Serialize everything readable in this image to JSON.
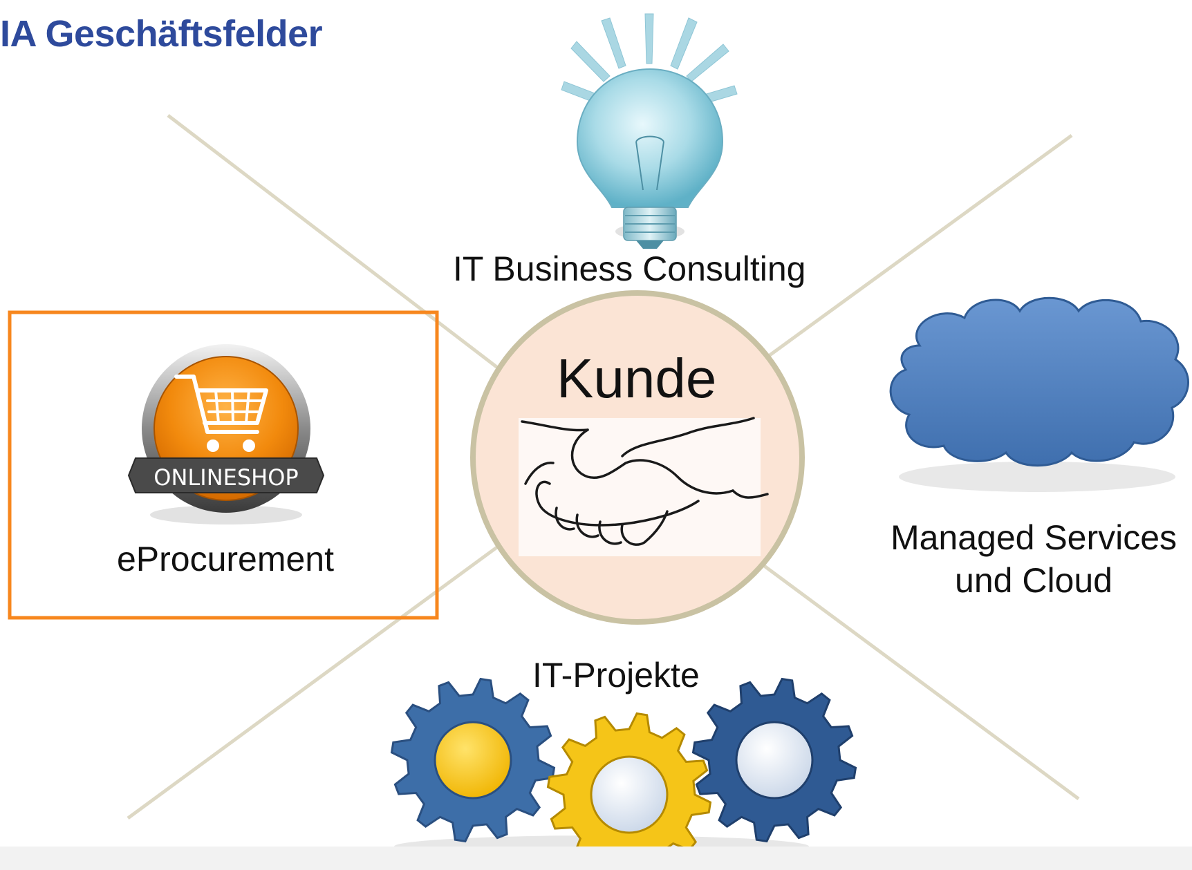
{
  "title": "IA Geschäftsfelder",
  "center": {
    "label": "Kunde"
  },
  "segments": {
    "top": "IT Business Consulting",
    "left": "eProcurement",
    "right_line1": "Managed Services",
    "right_line2": "und Cloud",
    "bottom": "IT-Projekte"
  },
  "badge": {
    "text": "ONLINESHOP"
  },
  "colors": {
    "title": "#2e4a9c",
    "highlight_border": "#f7871e",
    "connector": "#ddd8c4",
    "center_fill": "#fbe4d5",
    "center_ring": "#c9c2a3",
    "cloud": "#4f7fbf",
    "gear_blue": "#3d6ea8",
    "gear_yellow": "#f5c518"
  },
  "icons": [
    "lightbulb-icon",
    "cloud-icon",
    "shopping-cart-icon",
    "handshake-icon",
    "gears-icon"
  ]
}
